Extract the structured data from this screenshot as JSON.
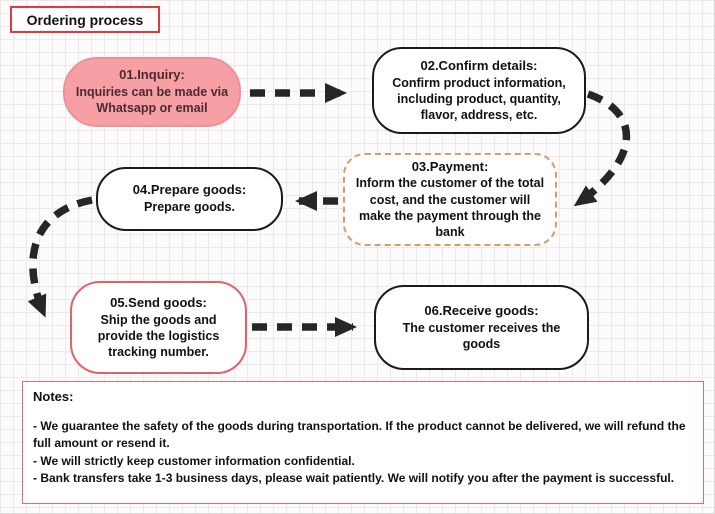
{
  "title": "Ordering process",
  "nodes": {
    "inquiry": {
      "title": "01.Inquiry:",
      "body": "Inquiries can be made via Whatsapp or email"
    },
    "confirm": {
      "title": "02.Confirm details:",
      "body": "Confirm product information, including product, quantity, flavor, address, etc."
    },
    "payment": {
      "title": "03.Payment:",
      "body": "Inform the customer of the total cost, and the customer will make the payment through the bank"
    },
    "prepare": {
      "title": "04.Prepare goods:",
      "body": "Prepare goods."
    },
    "send": {
      "title": "05.Send goods:",
      "body": "Ship the goods and provide the logistics tracking number."
    },
    "receive": {
      "title": "06.Receive goods:",
      "body": "The customer receives the goods"
    }
  },
  "notes": {
    "title": "Notes:",
    "line1": "- We guarantee the safety of the goods during transportation. If the product cannot be delivered, we will refund the full amount or resend it.",
    "line2": "- We will strictly keep customer information confidential.",
    "line3": "- Bank transfers take 1-3 business days, please wait patiently. We will notify you after the payment is successful."
  },
  "colors": {
    "inquiry_fill": "#f6a0a6",
    "accent_red": "#e0393e",
    "send_border": "#e4606d",
    "payment_border": "#dd9966",
    "notes_border": "#e26b73",
    "arrow": "#262626"
  }
}
